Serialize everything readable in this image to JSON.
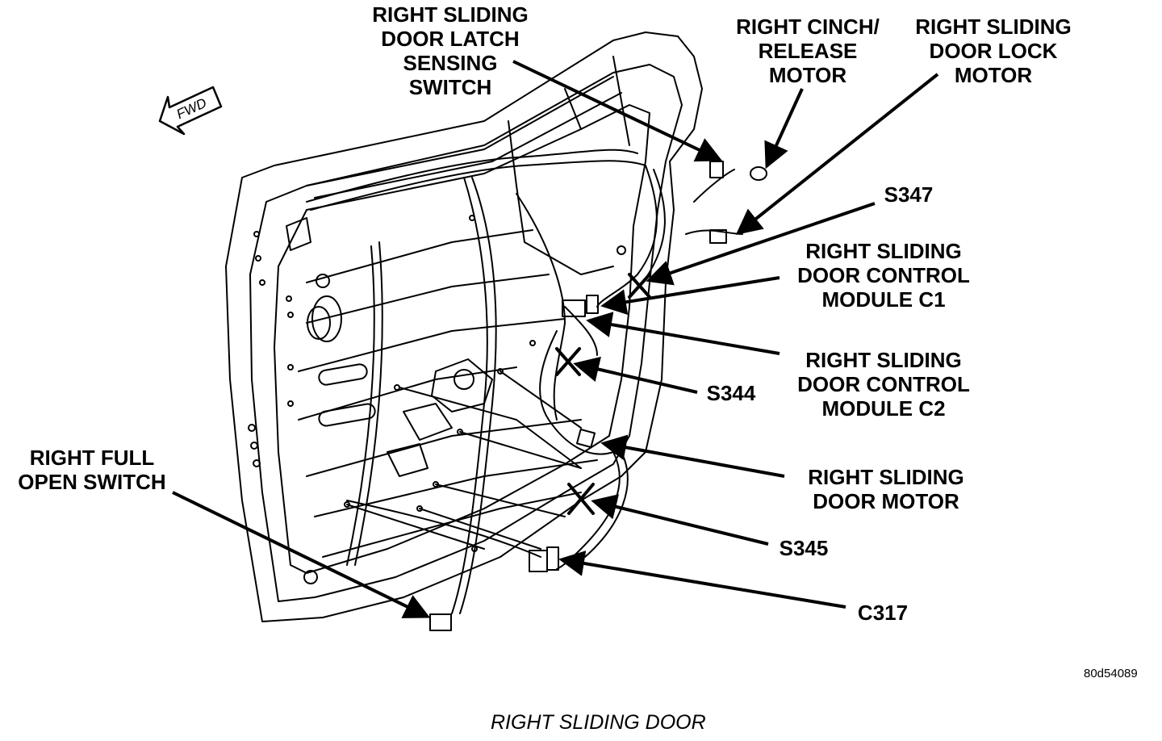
{
  "figure": {
    "caption": "RIGHT SLIDING DOOR",
    "reference_id": "80d54089",
    "direction_indicator": "FWD"
  },
  "callouts": [
    {
      "id": "latch-sensing-switch",
      "lines": [
        "RIGHT SLIDING",
        "DOOR LATCH",
        "SENSING",
        "SWITCH"
      ]
    },
    {
      "id": "cinch-release-motor",
      "lines": [
        "RIGHT CINCH/",
        "RELEASE",
        "MOTOR"
      ]
    },
    {
      "id": "door-lock-motor",
      "lines": [
        "RIGHT SLIDING",
        "DOOR LOCK",
        "MOTOR"
      ]
    },
    {
      "id": "s347",
      "lines": [
        "S347"
      ]
    },
    {
      "id": "control-module-c1",
      "lines": [
        "RIGHT SLIDING",
        "DOOR CONTROL",
        "MODULE C1"
      ]
    },
    {
      "id": "control-module-c2",
      "lines": [
        "RIGHT SLIDING",
        "DOOR CONTROL",
        "MODULE C2"
      ]
    },
    {
      "id": "s344",
      "lines": [
        "S344"
      ]
    },
    {
      "id": "door-motor",
      "lines": [
        "RIGHT SLIDING",
        "DOOR MOTOR"
      ]
    },
    {
      "id": "s345",
      "lines": [
        "S345"
      ]
    },
    {
      "id": "c317",
      "lines": [
        "C317"
      ]
    },
    {
      "id": "full-open-switch",
      "lines": [
        "RIGHT FULL",
        "OPEN SWITCH"
      ]
    }
  ]
}
